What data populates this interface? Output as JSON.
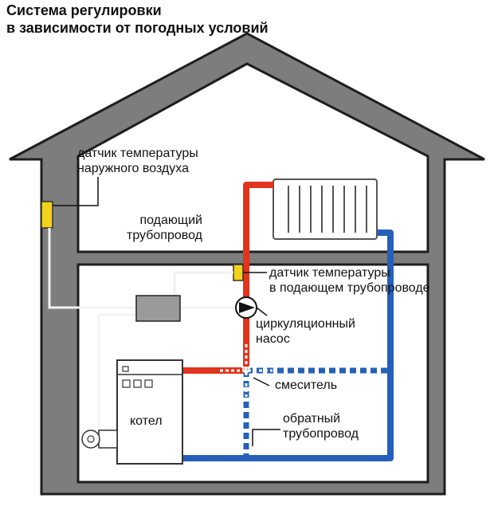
{
  "title": {
    "line1": "Система регулировки",
    "line2": "в зависимости от погодных условий"
  },
  "labels": {
    "outdoor_sensor": [
      "датчик температуры",
      "наружного воздуха"
    ],
    "supply_pipe": [
      "подающий",
      "трубопровод"
    ],
    "supply_sensor": [
      "датчик температуры",
      "в подающем трубопроводе"
    ],
    "pump": [
      "циркуляционный",
      "насос"
    ],
    "mixer": "смеситель",
    "boiler": "котел",
    "return_pipe": [
      "обратный",
      "трубопровод"
    ]
  },
  "colors": {
    "house_fill": "#7d7d7d",
    "house_outline": "#1e1e1e",
    "supply_pipe": "#e0341c",
    "return_pipe": "#2560b8",
    "sensor": "#f2d21a",
    "control_box": "#9a9a9a",
    "background": "#ffffff"
  }
}
